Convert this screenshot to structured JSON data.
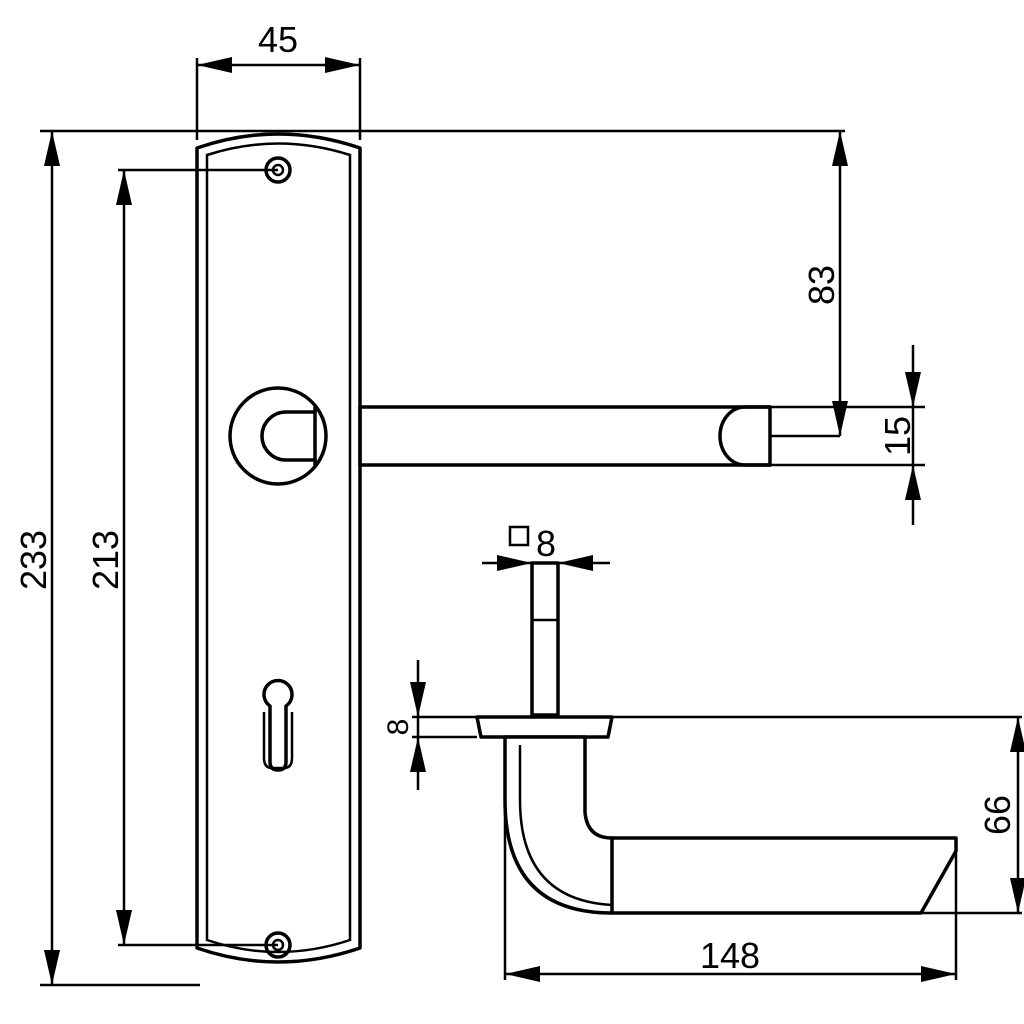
{
  "dimensions": {
    "plate_width": "45",
    "total_height": "233",
    "hole_spacing": "213",
    "handle_height_from_top": "83",
    "handle_thickness": "15",
    "spindle_square": "8",
    "rose_thickness": "8",
    "handle_projection": "66",
    "handle_length": "148"
  }
}
